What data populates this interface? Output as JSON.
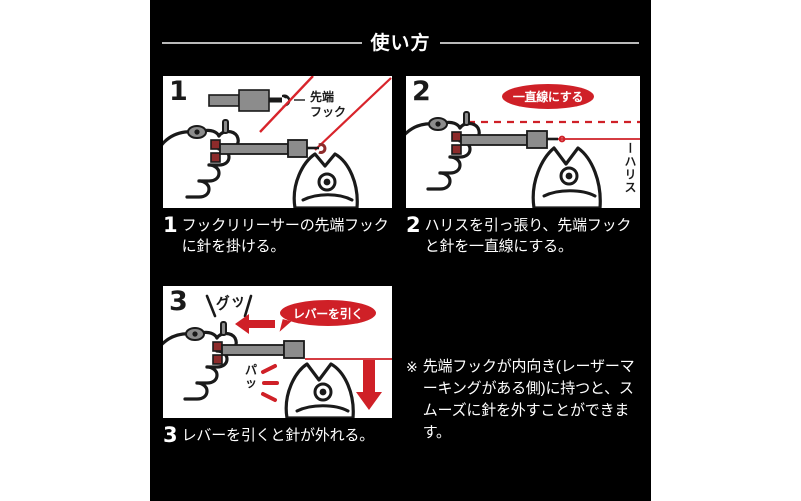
{
  "page": {
    "background": "#ffffff",
    "board_color": "#000000",
    "accent_red": "#cf2027",
    "tool_gray": "#8c8c8c",
    "tool_dark_red": "#8d2b2b"
  },
  "header": {
    "title": "使い方"
  },
  "steps": [
    {
      "number": "1",
      "figure_number": "1",
      "labels": [
        {
          "name": "tip-label-line1",
          "text": "先端"
        },
        {
          "name": "tip-label-line2",
          "text": "フック"
        }
      ],
      "caption": "フックリリーサーの先端フックに針を掛ける。"
    },
    {
      "number": "2",
      "figure_number": "2",
      "badge": "一直線にする",
      "side_label": "ーハリス",
      "caption": "ハリスを引っ張り、先端フックと針を一直線にする。"
    },
    {
      "number": "3",
      "figure_number": "3",
      "sfx_grip": "グッ",
      "sfx_pop_line1": "パ",
      "sfx_pop_line2": "ッ",
      "bubble": "レバーを引く",
      "caption": "レバーを引くと針が外れる。"
    }
  ],
  "note": {
    "mark": "※",
    "text": "先端フックが内向き(レーザーマーキングがある側)に持つと、スムーズに針を外すことができます。"
  }
}
